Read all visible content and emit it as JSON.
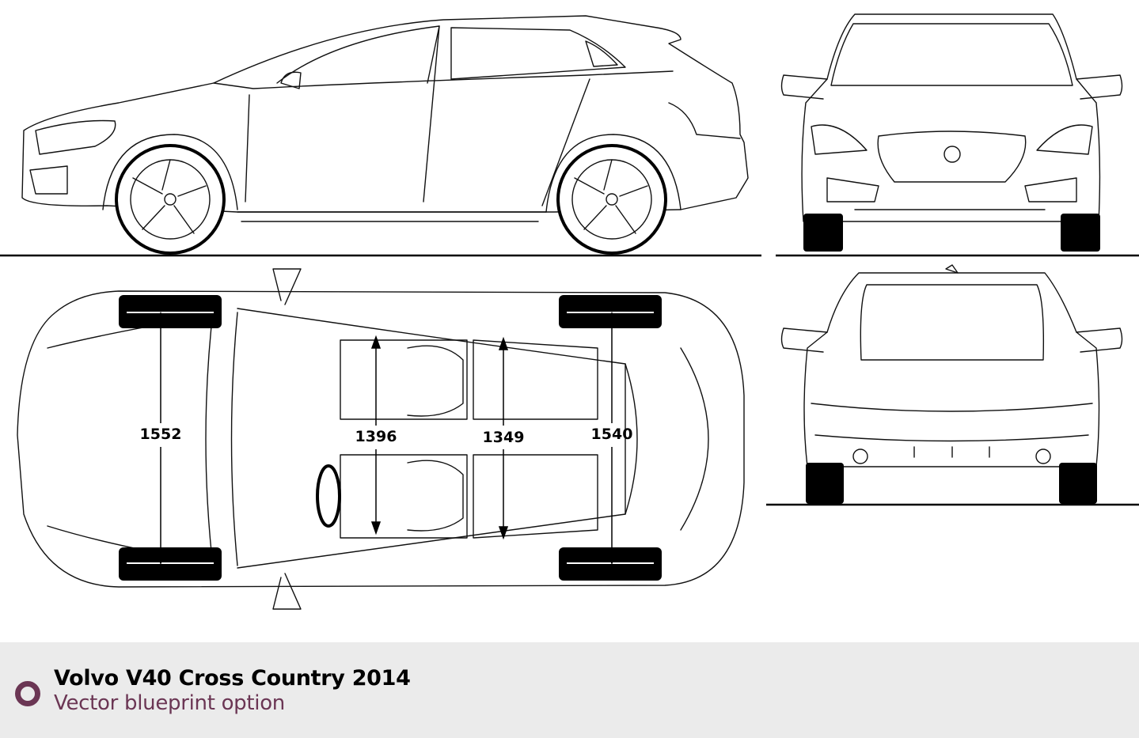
{
  "footer": {
    "title": "Volvo V40 Cross Country 2014",
    "subtitle": "Vector blueprint option",
    "accent_color": "#6b3654",
    "background_color": "#ebebeb"
  },
  "dimensions": {
    "front_track": "1552",
    "front_interior_width": "1396",
    "rear_interior_width": "1349",
    "rear_track": "1540"
  },
  "views": [
    "side",
    "front",
    "top",
    "rear"
  ]
}
